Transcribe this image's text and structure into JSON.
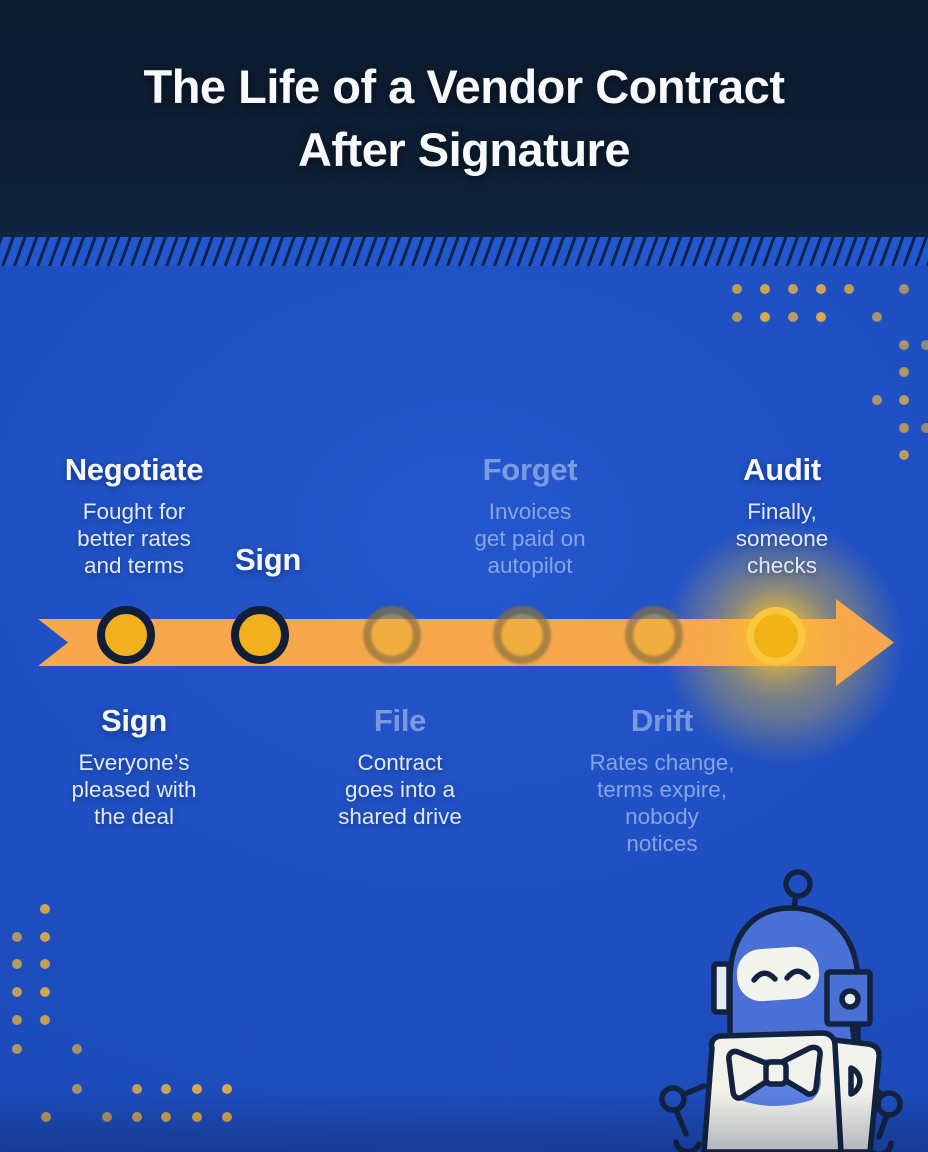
{
  "title": {
    "text": "The Life of a Vendor Contract\nAfter Signature"
  },
  "steps": [
    {
      "name": "Negotiate",
      "desc": "Fought for\nbetter rates\nand terms"
    },
    {
      "name": "Sign",
      "desc": ""
    },
    {
      "name": "Forget",
      "desc": "Invoices\nget paid on\nautopilot"
    },
    {
      "name": "Audit",
      "desc": "Finally,\nsomeone\nchecks"
    },
    {
      "name": "Sign",
      "desc": "Everyone’s\npleased with\nthe deal"
    },
    {
      "name": "File",
      "desc": "Contract\ngoes into a\nshared drive"
    },
    {
      "name": "Drift",
      "desc": "Rates change,\nterms expire,\nnobody\nnotices"
    }
  ],
  "icons": {
    "mascot": "robot-mascot"
  },
  "colors": {
    "header_background": "#0D1C30",
    "body_background": "#1E4FC1",
    "arrow": "#F7A84D",
    "milestone_gold": "#F2B01E",
    "milestone_ring": "#101F35",
    "glow": "#FFC631",
    "bright_text": "#DFE9F9",
    "faded_text": "#9DB3E2",
    "dots": "#E2AE45"
  }
}
